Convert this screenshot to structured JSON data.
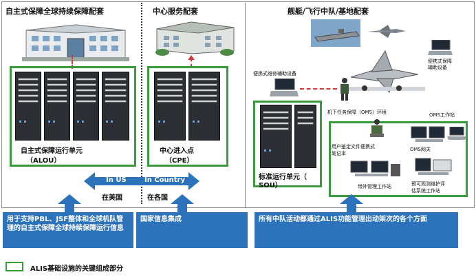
{
  "sections": {
    "left_title": "自主式保障全球持续保障配套",
    "middle_title": "中心服务配套",
    "right_title": "舰艇/飞行中队/基地配套"
  },
  "units": {
    "alou_line1": "自主式保障运行单元",
    "alou_line2": "（ALOU）",
    "cpe_line1": "中心进入点",
    "cpe_line2": "（CPE）",
    "sou_line1": "标准运行单元（",
    "sou_line2": "SOU）"
  },
  "devices": {
    "portable_maint_aid": "便携式维修辅助设备",
    "portable_support_aid_1": "便携式保障",
    "portable_support_aid_2": "辅助设备",
    "oms_env": "机下任务保障（OMS）环境",
    "oms_workstation": "OMS工作站",
    "user_laptop_1": "用户鉴定文件便携式",
    "user_laptop_2": "笔记本",
    "oms_gateway": "OMS网关",
    "offboard_workstation": "带外管理工作站",
    "pheu_1": "预可观测维护评",
    "pheu_2": "估系统工作站"
  },
  "arrow": {
    "left_text": "In US",
    "right_text": "In Country",
    "left_cn": "在美国",
    "right_cn": "在各国"
  },
  "bottom_panels": {
    "left": "用于支持PBL、JSF整体和全球机队管理的自主式保障全球持续保障运行信息",
    "middle": "国家信息集成",
    "right": "所有中队活动都通过ALIS功能管理出动架次的各个方面"
  },
  "legend": {
    "text": "ALIS基础设施的关键组成部分"
  },
  "colors": {
    "green": "#3a9b3e",
    "blue": "#2d73bb",
    "red_link": "#d23a3a"
  }
}
